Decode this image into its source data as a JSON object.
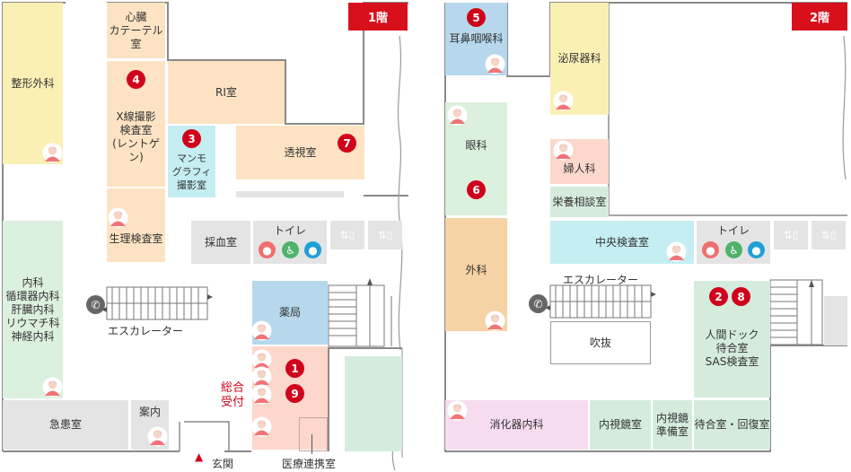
{
  "colors": {
    "accent_red": "#d8101c",
    "wall": "#8a8a8a"
  },
  "floor1": {
    "floor_label": "1階",
    "rooms": {
      "orthopedics": "整形外科",
      "cardiac_cath": "心臓\nカテーテル室",
      "xray": "X線撮影\n検査室\n(レントゲン)",
      "ri": "RI室",
      "mammography": "マンモ\nグラフィ\n撮影室",
      "fluoroscopy": "透視室",
      "physiology": "生理検査室",
      "blood_collection": "採血室",
      "toilet": "トイレ",
      "internal_medicine": "内科\n循環器内科\n肝臓内科\nリウマチ科\n神経内科",
      "pharmacy": "薬局",
      "emergency": "急患室",
      "information": "案内",
      "reception": "総合\n受付",
      "medical_liaison": "医療連携室"
    },
    "labels": {
      "escalator": "エスカレーター",
      "entrance": "玄関"
    },
    "markers": {
      "xray": "4",
      "mammography": "3",
      "fluoroscopy": "7",
      "reception_a": "1",
      "reception_b": "9"
    }
  },
  "floor2": {
    "floor_label": "2階",
    "rooms": {
      "ent": "耳鼻咽喉科",
      "urology": "泌尿器科",
      "ophthalmology": "眼科",
      "gynecology": "婦人科",
      "nutrition": "栄養相談室",
      "central_lab": "中央検査室",
      "toilet": "トイレ",
      "surgery": "外科",
      "atrium": "吹抜",
      "checkup": "人間ドック\n待合室\nSAS検査室",
      "gastro": "消化器内科",
      "endoscopy": "内視鏡室",
      "endoscopy_prep": "内視鏡\n準備室",
      "recovery": "待合室・回復室"
    },
    "labels": {
      "escalator": "エスカレーター"
    },
    "markers": {
      "ent": "5",
      "ophthalmology": "6",
      "checkup_a": "2",
      "checkup_b": "8"
    }
  },
  "icons": {
    "staff": "staff-person-icon",
    "phone": "phone-icon",
    "elevator": "elevator-icon",
    "toilet_female": "female-toilet-icon",
    "toilet_accessible": "wheelchair-icon",
    "toilet_male": "male-toilet-icon"
  }
}
